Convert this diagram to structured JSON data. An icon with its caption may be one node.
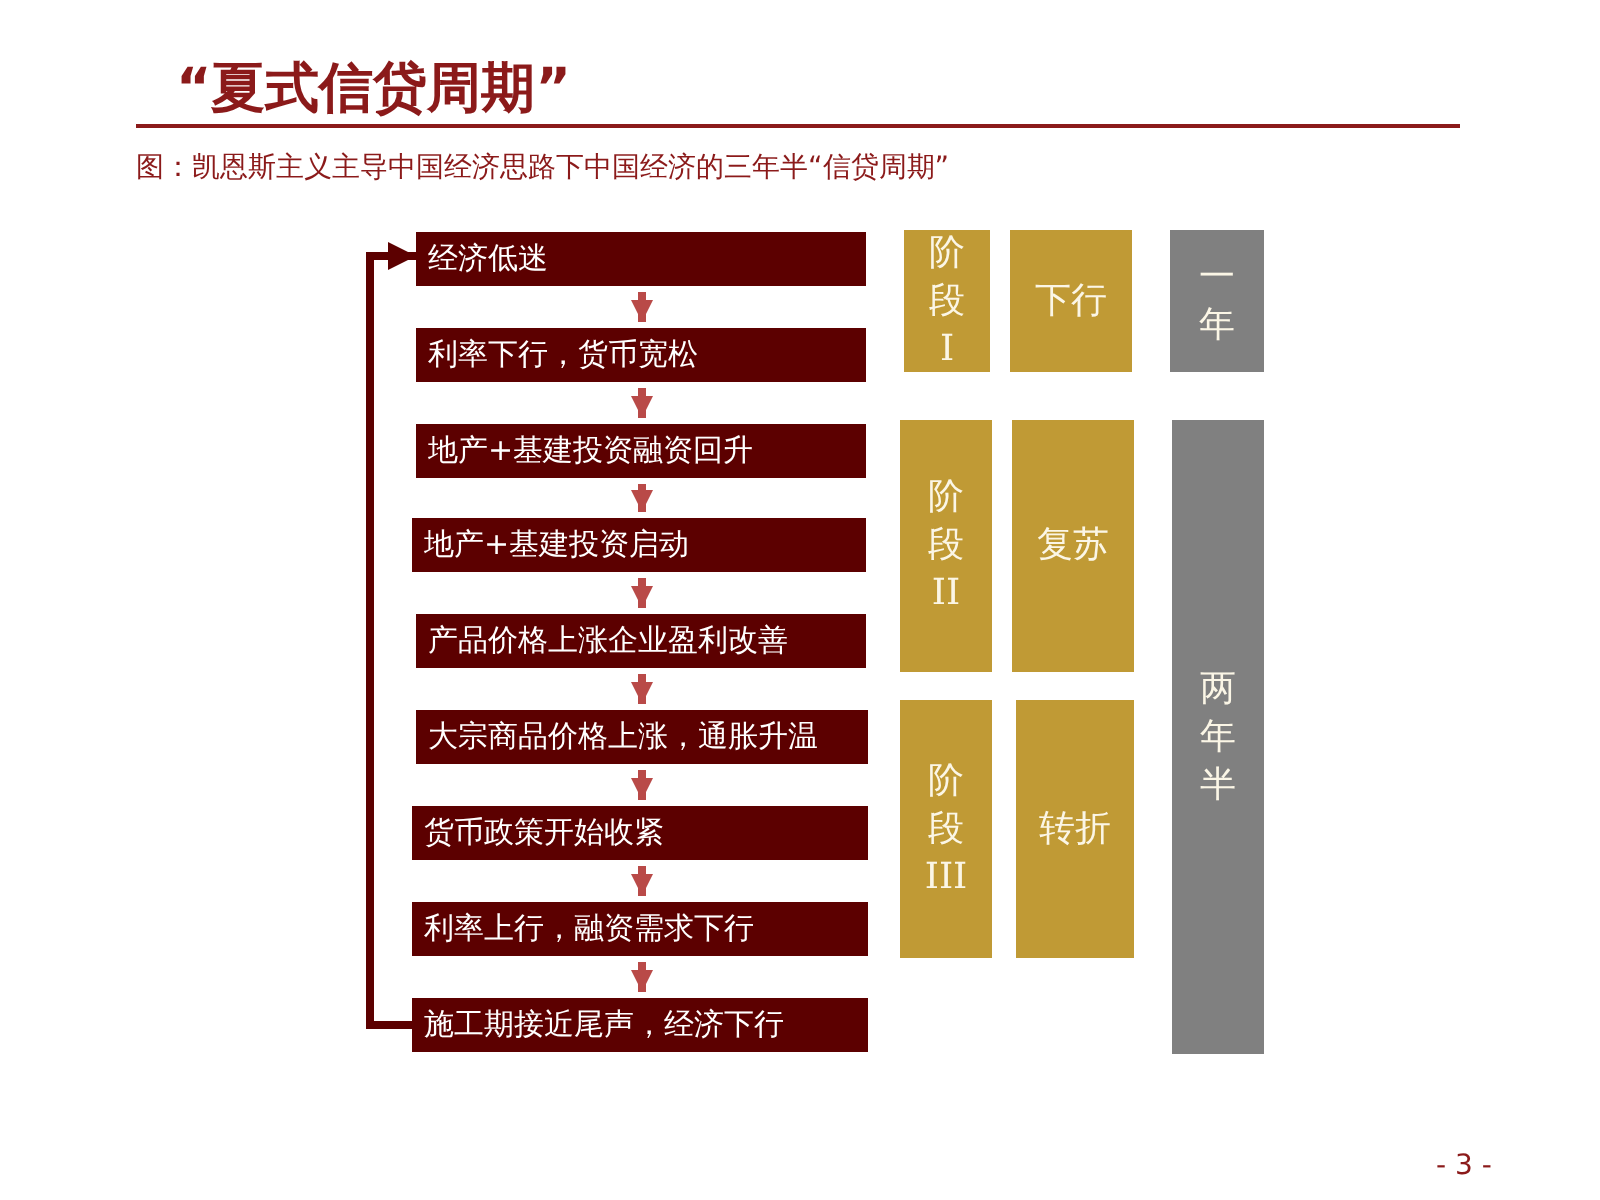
{
  "diagram": {
    "title": "“夏式信贷周期”",
    "caption": "图：凯恩斯主义主导中国经济思路下中国经济的三年半“信贷周期”",
    "nodes": [
      {
        "text": [
          "经济低迷"
        ]
      },
      {
        "text": [
          "利率下行，货币宽松"
        ]
      },
      {
        "text": [
          "地产+基建投资融资回升"
        ]
      },
      {
        "text": [
          "地产+基建投资启动"
        ]
      },
      {
        "text": [
          "产品价格上涨企业盈利改善"
        ]
      },
      {
        "text": [
          "大宗商品价格上涨，通胀升温"
        ]
      },
      {
        "text": [
          "货币政策开始收紧"
        ]
      },
      {
        "text": [
          "利率上行，融资需求下行"
        ]
      },
      {
        "text": [
          "施工期接近尾声，经济下行"
        ]
      },
      {
        "text": [
          "阶段I"
        ]
      },
      {
        "text": [
          "下行"
        ]
      },
      {
        "text": [
          "一年"
        ]
      },
      {
        "text": [
          "阶段II"
        ]
      },
      {
        "text": [
          "复苏"
        ]
      },
      {
        "text": [
          "阶段III"
        ]
      },
      {
        "text": [
          "转折"
        ]
      },
      {
        "text": [
          "两年半"
        ]
      }
    ],
    "edges": [
      {
        "from": 0,
        "to": 1,
        "arrow": "to"
      },
      {
        "from": 1,
        "to": 2,
        "arrow": "to"
      },
      {
        "from": 2,
        "to": 3,
        "arrow": "to"
      },
      {
        "from": 3,
        "to": 4,
        "arrow": "to"
      },
      {
        "from": 4,
        "to": 5,
        "arrow": "to"
      },
      {
        "from": 5,
        "to": 6,
        "arrow": "to"
      },
      {
        "from": 6,
        "to": 7,
        "arrow": "to"
      },
      {
        "from": 7,
        "to": 8,
        "arrow": "to"
      },
      {
        "from": 8,
        "to": 0,
        "arrow": "to",
        "color": "#5c0000"
      }
    ],
    "labels": [
      "- 3 -"
    ]
  }
}
